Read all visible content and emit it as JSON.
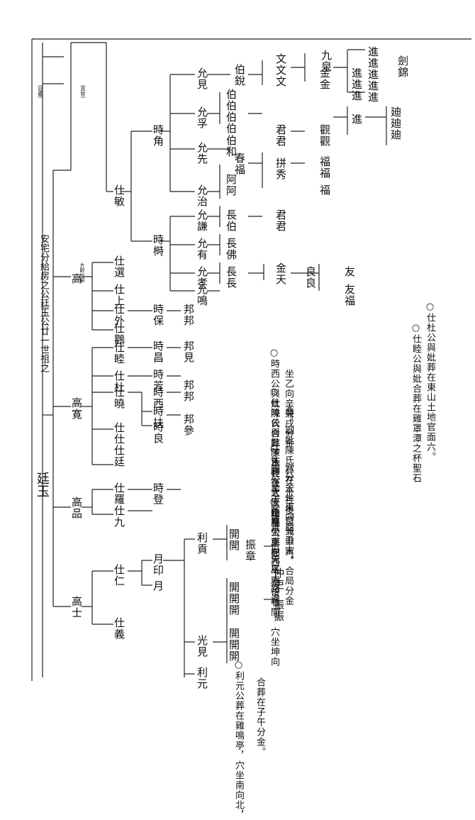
{
  "page": {
    "root": "廷玉",
    "header_note_1": "（廷鑑）",
    "header_note_2": "（高牧）",
    "side_note": "安宅分給房之公廷玉公廿一世祖之"
  },
  "gen1": {
    "a": "高",
    "a_note": "大齡出嗣",
    "b": "高寛",
    "c": "高品",
    "d": "高士"
  },
  "gen2": {
    "n1": "仕敏",
    "n2": "仕選",
    "n3": "仕上",
    "n4": "仕外",
    "n5": "仕鸛",
    "n6": "仕睦",
    "n7": "仕杜",
    "n8": "仕曉",
    "n9": "仕仕仕廷",
    "n10": "仕羅",
    "n11": "仕九",
    "n12": "仕仁",
    "n13": "仕義"
  },
  "gen3": {
    "m1": "時角",
    "m2": "時榯",
    "m3": "時保",
    "m4": "時昌",
    "m5": "時芳",
    "m6": "時西",
    "m7": "時扶",
    "m8": "時良",
    "m9": "時登",
    "m10": "月印",
    "m11": "月"
  },
  "gen4": {
    "k1": "允見",
    "k2": "允孚",
    "k3": "允先",
    "k4": "允治",
    "k5": "允謙",
    "k6": "允有",
    "k7": "允孝",
    "k8": "允鳴",
    "k9": "利貢",
    "k10": "光見",
    "k11": "利元"
  },
  "gen5": {
    "j1": "伯銳",
    "j2": "伯伯伯伯",
    "j3": "伯和",
    "j4": "春福",
    "j5": "阿阿",
    "j6": "長伯",
    "j7": "長佛",
    "j8": "長長",
    "j9": "邦邦",
    "j10": "邦見",
    "j11": "邦邦",
    "j12": "邦參",
    "j13": "開開",
    "j14": "開開開",
    "j15": "開開開"
  },
  "gen6": {
    "i1": "文文文",
    "i2": "君君",
    "i3": "拼秀",
    "i4": "君君",
    "i5": "金天",
    "i6": "良良",
    "i7": "振章",
    "i8": "仲吏",
    "i9": "振振"
  },
  "gen7": {
    "h1": "金金",
    "h2": "九泉",
    "h3": "觀觀",
    "h4": "福福",
    "h5": "福",
    "h6": "友",
    "h7": "友福"
  },
  "gen8": {
    "g1": "進進進進進",
    "g2": "進進進",
    "g3": "進",
    "g4": "廸廸廸",
    "g5": "劍錦"
  },
  "notes": {
    "c1": "○仕杜公與妣葬在東山土地官面六。",
    "c2": "○仕睦公與妣合葬在雞罩潭之杯聖石",
    "c3": "○時西公與妣陳氏合葬下本社後之大路",
    "c4": "坐乙向辛兼戌分金",
    "c5": "○仕曉公與妣陳氏葬在大原山墓坐東向",
    "c6": "西，副妣陳氏葬在本社後。",
    "c7": "○仕鵬公葬于金雞亭，白兔尾大路邊，",
    "c8": "穴分金坐東向西。",
    "c9": "○仕羅公葬在西牛獅後巷間，穴坐坤向",
    "c10": "艮兼申寅，合局分金",
    "c11": "丑未。",
    "c12": "○利元公葬在雞鳴亭，穴坐南向北，",
    "c13": "合葬在子午分金。"
  }
}
